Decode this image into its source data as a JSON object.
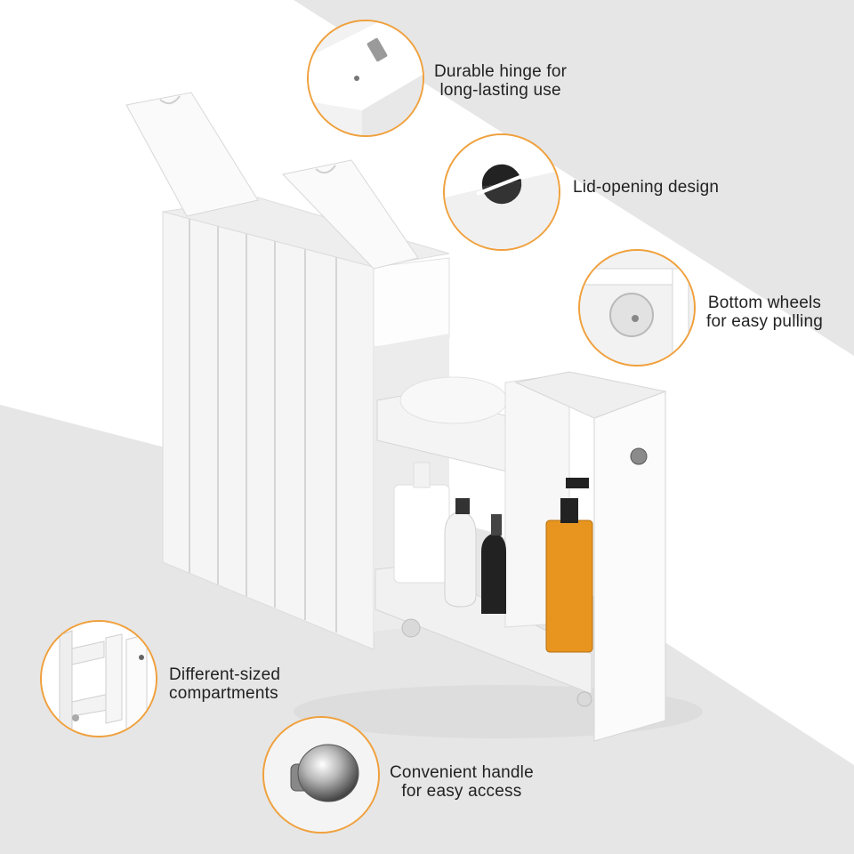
{
  "features": [
    {
      "id": "hinge",
      "line1": "Durable hinge for",
      "line2": "long-lasting use",
      "icon": "hinge-icon"
    },
    {
      "id": "lid",
      "line1": "Lid-opening design",
      "line2": "",
      "icon": "lid-opening-icon"
    },
    {
      "id": "wheels",
      "line1": "Bottom wheels",
      "line2": "for easy pulling",
      "icon": "wheel-icon"
    },
    {
      "id": "compartments",
      "line1": "Different-sized",
      "line2": "compartments",
      "icon": "compartments-icon"
    },
    {
      "id": "handle",
      "line1": "Convenient handle",
      "line2": "for easy access",
      "icon": "knob-handle-icon"
    }
  ],
  "colors": {
    "accent": "#f0a03c",
    "cabinet": "#f7f7f7",
    "shadow": "#e3e3e3",
    "soap": "#e8951f"
  }
}
